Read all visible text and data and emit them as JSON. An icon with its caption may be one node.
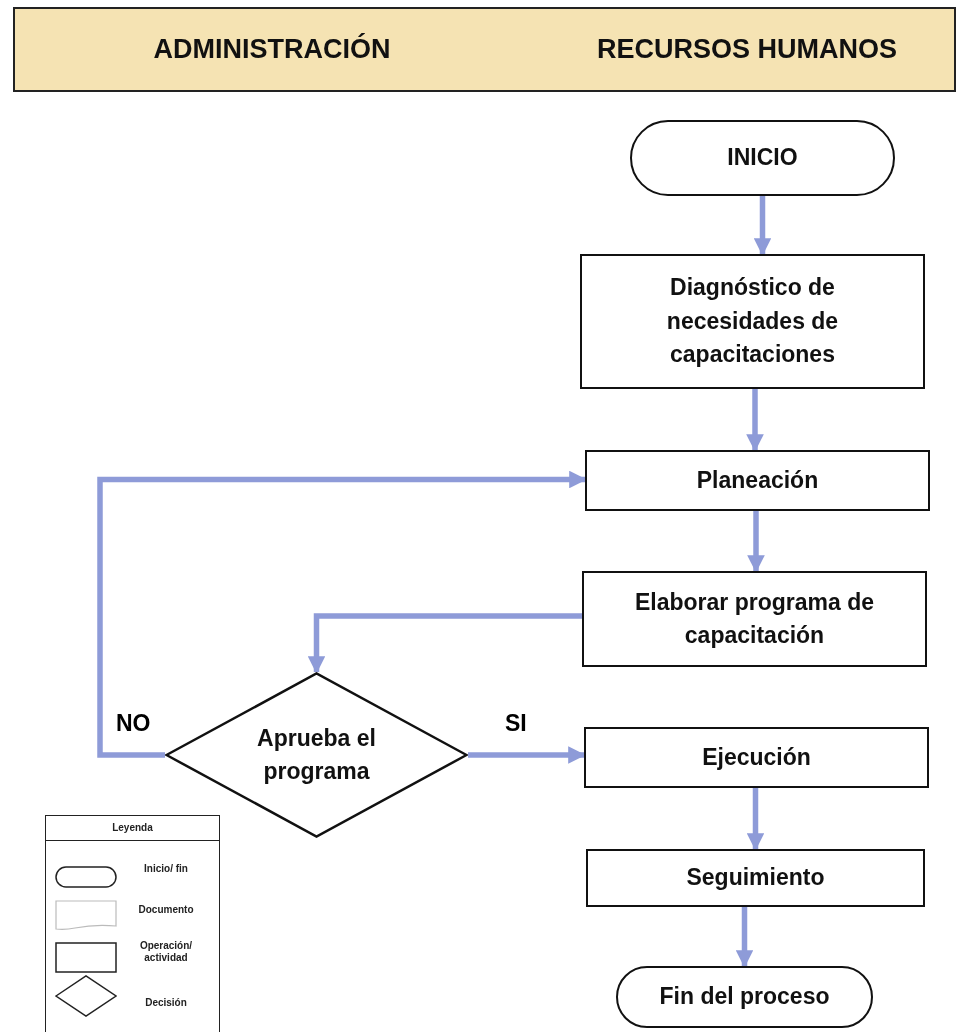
{
  "diagram": {
    "nodes": [
      {
        "text": [
          "ADMINISTRACIÓN",
          "RECURSOS HUMANOS"
        ]
      },
      {
        "text": [
          "INICIO"
        ]
      },
      {
        "text": [
          "Diagnóstico de necesidades de capacitaciones"
        ]
      },
      {
        "text": [
          "Planeación"
        ]
      },
      {
        "text": [
          "Elaborar programa de capacitación"
        ]
      },
      {
        "text": [
          "Aprueba el programa"
        ]
      },
      {
        "text": [
          "Ejecución"
        ]
      },
      {
        "text": [
          "Seguimiento"
        ]
      },
      {
        "text": [
          "Fin del proceso"
        ]
      }
    ],
    "edges": [
      {
        "from": 1,
        "to": 2,
        "arrow": "to"
      },
      {
        "from": 2,
        "to": 3,
        "arrow": "to"
      },
      {
        "from": 3,
        "to": 4,
        "arrow": "to"
      },
      {
        "from": 4,
        "to": 5,
        "arrow": "to"
      },
      {
        "from": 5,
        "to": 3,
        "arrow": "to",
        "label": "NO"
      },
      {
        "from": 5,
        "to": 6,
        "arrow": "to",
        "label": "SI"
      },
      {
        "from": 6,
        "to": 7,
        "arrow": "to"
      },
      {
        "from": 7,
        "to": 8,
        "arrow": "to"
      }
    ],
    "labels": [
      "Leyenda"
    ],
    "legend": [
      {
        "text": "Inicio/ fin"
      },
      {
        "text": "Documento"
      },
      {
        "text": "Operación/ actividad"
      },
      {
        "text": "Decisión"
      }
    ]
  }
}
